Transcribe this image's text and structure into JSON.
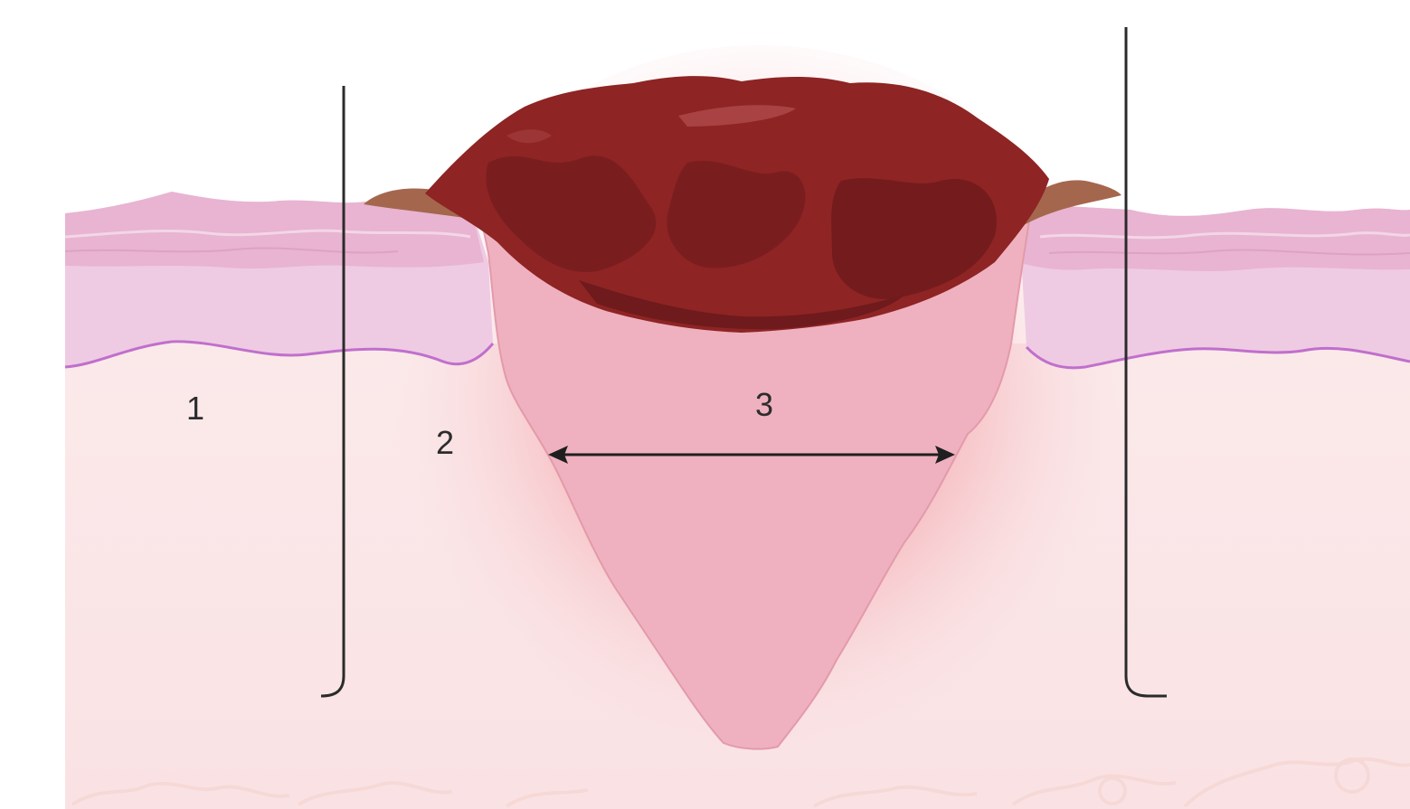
{
  "labels": {
    "zone1": "1",
    "zone2": "2",
    "zone3": "3"
  },
  "colors": {
    "background": "#ffffff",
    "dermis": "#fbe6e8",
    "epidermis_top": "#eab8d2",
    "epidermis_lower": "#ecc8e2",
    "basement_membrane": "#c06fcc",
    "lesion_core": "#efb1bf",
    "inflammation_halo": "#f2a8ad",
    "eschar": "#8e2424",
    "eschar_dark": "#6f1a1c",
    "eschar_rim": "#a4674e",
    "bracket_line": "#2b2b2b",
    "arrow": "#1f1f1f"
  }
}
